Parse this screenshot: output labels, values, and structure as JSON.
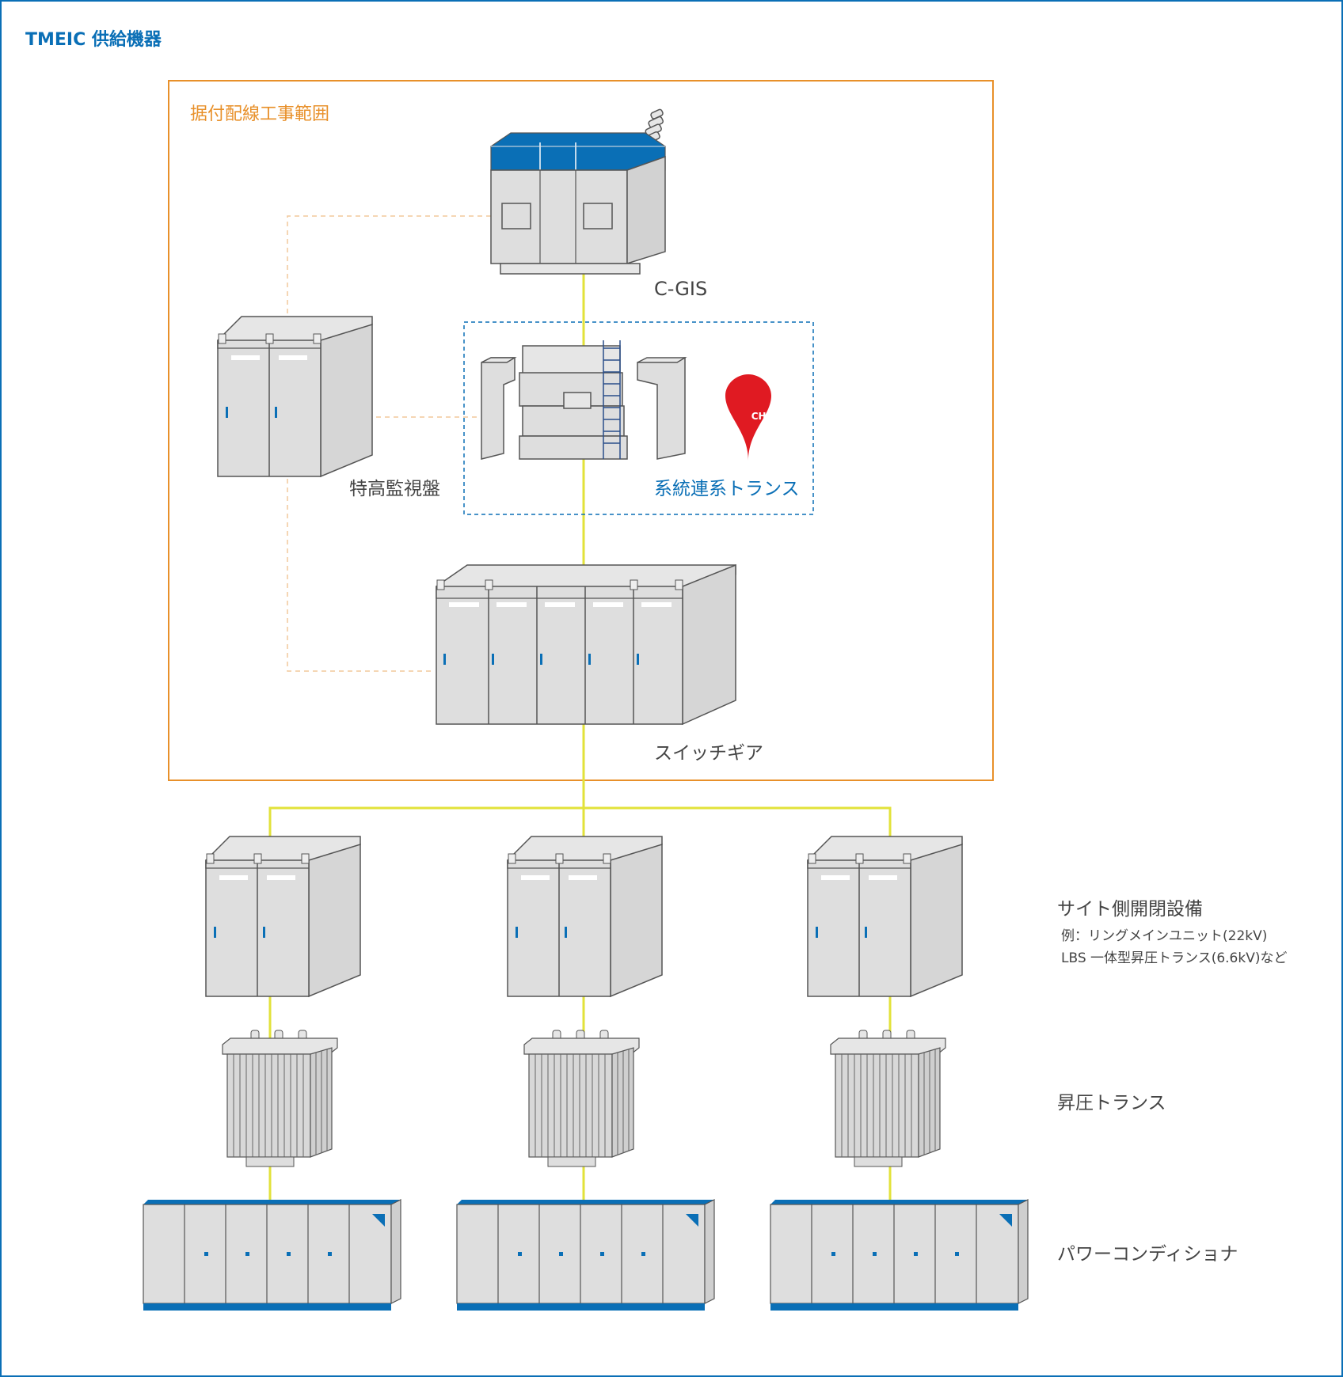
{
  "header": {
    "title": "TMEIC 供給機器"
  },
  "scope": {
    "label": "据付配線工事範囲"
  },
  "equipment": {
    "cgis": "C-GIS",
    "monitor_panel": "特高監視盤",
    "grid_transformer": "系統連系トランス",
    "switchgear": "スイッチギア",
    "site_switchgear": "サイト側開閉設備",
    "site_example_1": "例：リングメインユニット(22kV)",
    "site_example_2": "LBS 一体型昇圧トランス(6.6kV)など",
    "stepup_transformer": "昇圧トランス",
    "power_conditioner": "パワーコンディショナ"
  },
  "badge": {
    "check": "CHECK!"
  },
  "colors": {
    "frame_border": "#0a6fb6",
    "scope_border": "#e8902a",
    "connector_line": "#e2e23a",
    "equipment_accent": "#0a6fb6",
    "equipment_body": "#dcdcdc",
    "check_badge": "#e01a22"
  }
}
